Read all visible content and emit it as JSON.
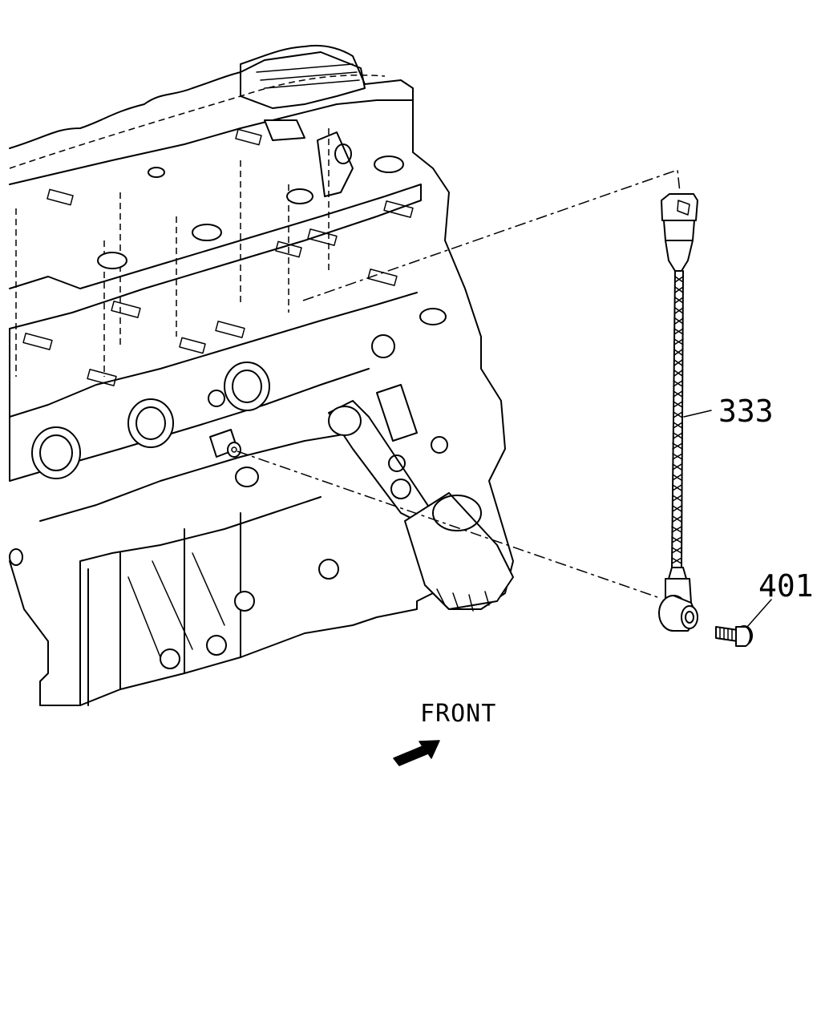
{
  "callouts": {
    "sensor_part_number": "333",
    "bolt_part_number": "401"
  },
  "direction_label": "FRONT",
  "icons": {
    "direction_arrow": "front-arrow-icon"
  },
  "colors": {
    "line": "#000000",
    "background": "#ffffff"
  }
}
